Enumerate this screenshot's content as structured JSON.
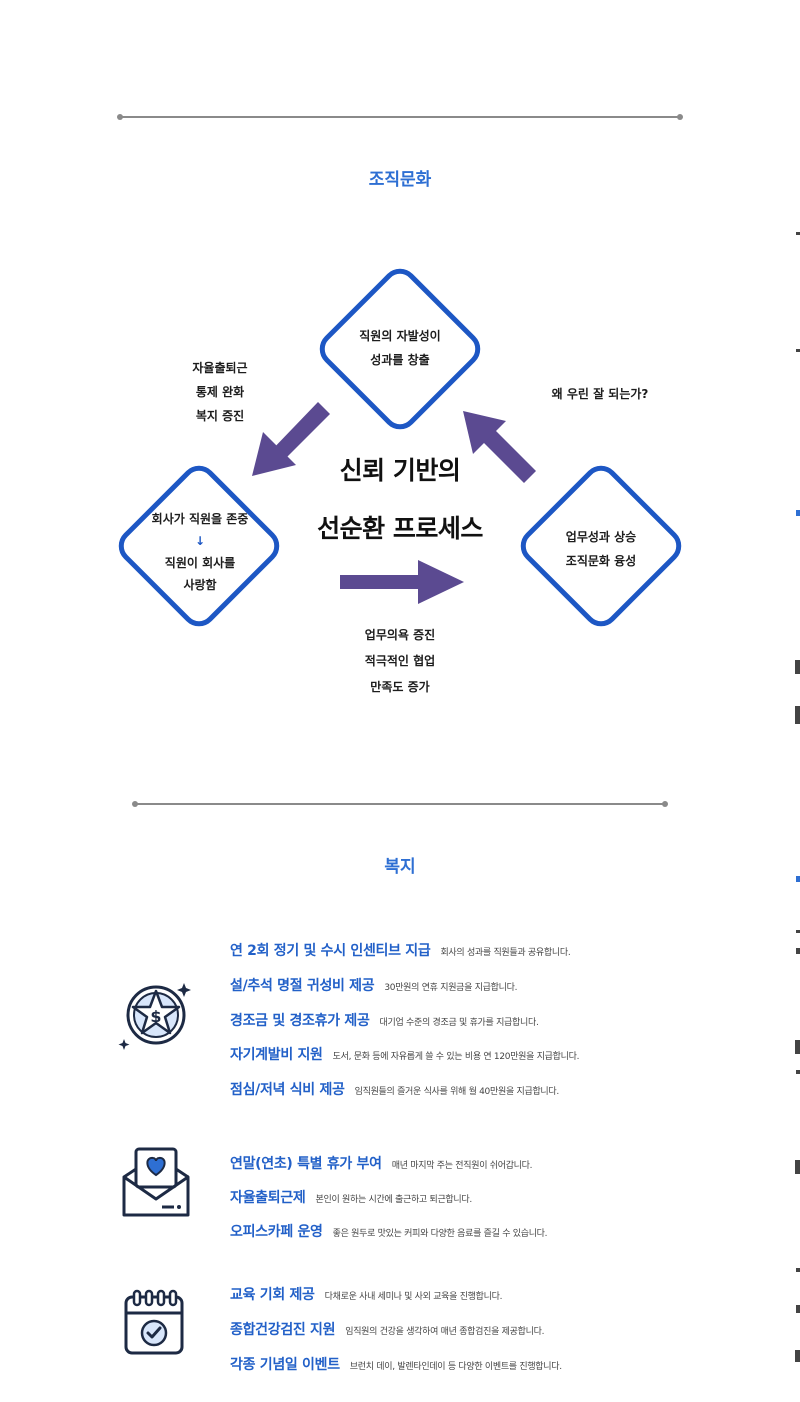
{
  "culture": {
    "title": "조직문화",
    "center_title_lines": [
      "신뢰 기반의",
      "선순환 프로세스"
    ],
    "top_diamond_lines": [
      "직원의 자발성이",
      "성과를 창출"
    ],
    "left_diamond": {
      "line1": "회사가 직원을 존중",
      "arrow": "↓",
      "line2": "직원이 회사를",
      "line3": "사랑함"
    },
    "right_diamond_lines": [
      "업무성과 상승",
      "조직문화 융성"
    ],
    "left_labels": [
      "자율출퇴근",
      "통제 완화",
      "복지 증진"
    ],
    "right_label": "왜 우린 잘 되는가?",
    "bottom_labels": [
      "업무의욕 증진",
      "적극적인 협업",
      "만족도 증가"
    ],
    "colors": {
      "diamond_border": "#1d57c4",
      "arrow": "#5b4a91",
      "title": "#2e6fd3"
    }
  },
  "welfare": {
    "title": "복지",
    "groups": [
      {
        "icon": "star-coin-icon",
        "items": [
          {
            "title": "연 2회 정기 및 수시 인센티브 지급",
            "desc": "회사의 성과를 직원들과 공유합니다."
          },
          {
            "title": "설/추석 명절 귀성비 제공",
            "desc": "30만원의 연휴 지원금을 지급합니다."
          },
          {
            "title": "경조금 및 경조휴가 제공",
            "desc": "대기업 수준의 경조금 및 휴가를 지급합니다."
          },
          {
            "title": "자기계발비 지원",
            "desc": "도서, 문화 등에 자유롭게 쓸 수 있는 비용 연 120만원을 지급합니다."
          },
          {
            "title": "점심/저녁 식비 제공",
            "desc": "임직원들의 즐거운 식사를 위해 월 40만원을 지급합니다."
          }
        ]
      },
      {
        "icon": "heart-envelope-icon",
        "items": [
          {
            "title": "연말(연초) 특별 휴가 부여",
            "desc": "매년 마지막 주는 전직원이 쉬어갑니다."
          },
          {
            "title": "자율출퇴근제",
            "desc": "본인이 원하는 시간에 출근하고 퇴근합니다."
          },
          {
            "title": "오피스카페 운영",
            "desc": "좋은 원두로 맛있는 커피와 다양한 음료를 즐길 수 있습니다."
          }
        ]
      },
      {
        "icon": "calendar-check-icon",
        "items": [
          {
            "title": "교육 기회 제공",
            "desc": "다채로운 사내 세미나 및 사외 교육을 진행합니다."
          },
          {
            "title": "종합건강검진 지원",
            "desc": "임직원의 건강을 생각하여 매년 종합검진을 제공합니다."
          },
          {
            "title": "각종 기념일 이벤트",
            "desc": "브런치 데이, 발렌타인데이 등 다양한 이벤트를 진행합니다."
          }
        ]
      }
    ]
  }
}
